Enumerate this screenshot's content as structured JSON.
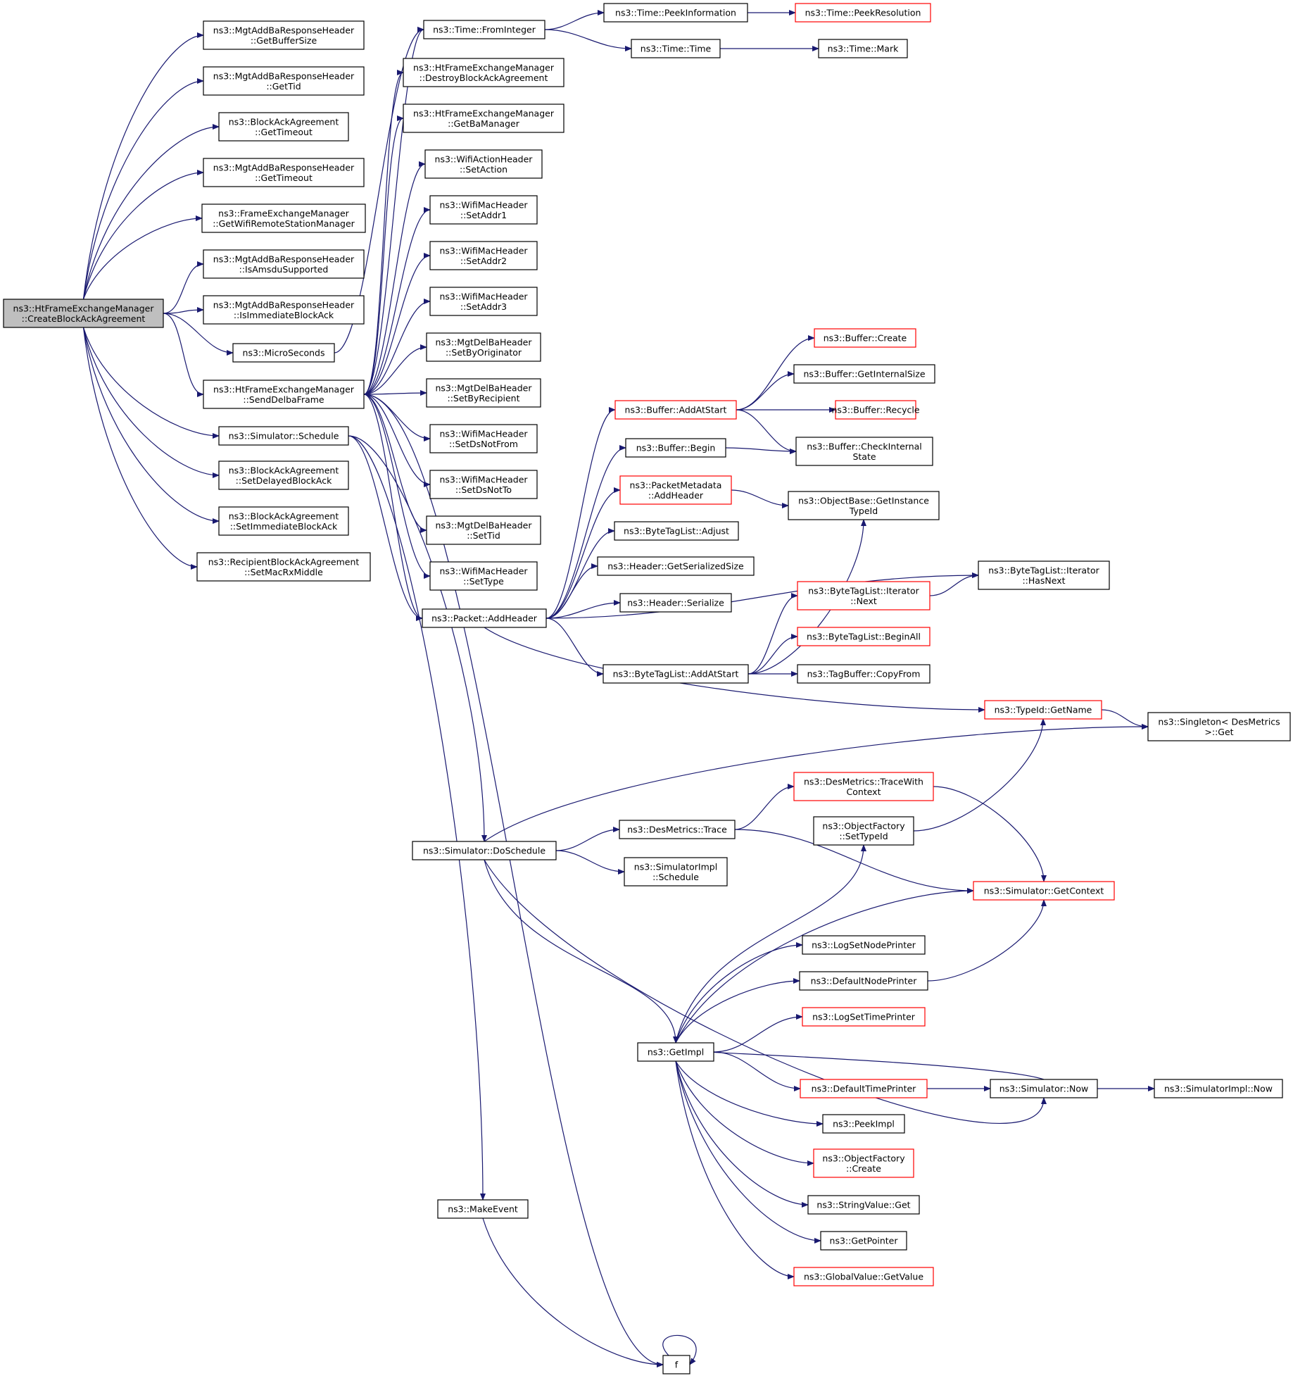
{
  "colors": {
    "edge": "#191970",
    "node_border": "#000000",
    "node_border_truncated": "#ff0000",
    "root_fill": "#bfbfbf",
    "node_fill": "#ffffff"
  },
  "nodes": {
    "root": {
      "lines": [
        "ns3::HtFrameExchangeManager",
        "::CreateBlockAckAgreement"
      ],
      "truncated": false
    },
    "getbuffersize": {
      "lines": [
        "ns3::MgtAddBaResponseHeader",
        "::GetBufferSize"
      ],
      "truncated": false
    },
    "gettid": {
      "lines": [
        "ns3::MgtAddBaResponseHeader",
        "::GetTid"
      ],
      "truncated": false
    },
    "ba_gettimeout": {
      "lines": [
        "ns3::BlockAckAgreement",
        "::GetTimeout"
      ],
      "truncated": false
    },
    "resp_gettimeout": {
      "lines": [
        "ns3::MgtAddBaResponseHeader",
        "::GetTimeout"
      ],
      "truncated": false
    },
    "getwifiremote": {
      "lines": [
        "ns3::FrameExchangeManager",
        "::GetWifiRemoteStationManager"
      ],
      "truncated": false
    },
    "isamsdu": {
      "lines": [
        "ns3::MgtAddBaResponseHeader",
        "::IsAmsduSupported"
      ],
      "truncated": false
    },
    "isimmediate": {
      "lines": [
        "ns3::MgtAddBaResponseHeader",
        "::IsImmediateBlockAck"
      ],
      "truncated": false
    },
    "microseconds": {
      "lines": [
        "ns3::MicroSeconds"
      ],
      "truncated": false
    },
    "senddelba": {
      "lines": [
        "ns3::HtFrameExchangeManager",
        "::SendDelbaFrame"
      ],
      "truncated": false
    },
    "schedule": {
      "lines": [
        "ns3::Simulator::Schedule"
      ],
      "truncated": false
    },
    "setdelayed": {
      "lines": [
        "ns3::BlockAckAgreement",
        "::SetDelayedBlockAck"
      ],
      "truncated": false
    },
    "setimmediate": {
      "lines": [
        "ns3::BlockAckAgreement",
        "::SetImmediateBlockAck"
      ],
      "truncated": false
    },
    "setmacrx": {
      "lines": [
        "ns3::RecipientBlockAckAgreement",
        "::SetMacRxMiddle"
      ],
      "truncated": false
    },
    "frominteger": {
      "lines": [
        "ns3::Time::FromInteger"
      ],
      "truncated": false
    },
    "destroyba": {
      "lines": [
        "ns3::HtFrameExchangeManager",
        "::DestroyBlockAckAgreement"
      ],
      "truncated": false
    },
    "getbamanager": {
      "lines": [
        "ns3::HtFrameExchangeManager",
        "::GetBaManager"
      ],
      "truncated": false
    },
    "setaction": {
      "lines": [
        "ns3::WifiActionHeader",
        "::SetAction"
      ],
      "truncated": false
    },
    "setaddr1": {
      "lines": [
        "ns3::WifiMacHeader",
        "::SetAddr1"
      ],
      "truncated": false
    },
    "setaddr2": {
      "lines": [
        "ns3::WifiMacHeader",
        "::SetAddr2"
      ],
      "truncated": false
    },
    "setaddr3": {
      "lines": [
        "ns3::WifiMacHeader",
        "::SetAddr3"
      ],
      "truncated": false
    },
    "setbyorig": {
      "lines": [
        "ns3::MgtDelBaHeader",
        "::SetByOriginator"
      ],
      "truncated": false
    },
    "setbyrecip": {
      "lines": [
        "ns3::MgtDelBaHeader",
        "::SetByRecipient"
      ],
      "truncated": false
    },
    "setdsnotfrom": {
      "lines": [
        "ns3::WifiMacHeader",
        "::SetDsNotFrom"
      ],
      "truncated": false
    },
    "setdsnotto": {
      "lines": [
        "ns3::WifiMacHeader",
        "::SetDsNotTo"
      ],
      "truncated": false
    },
    "settid": {
      "lines": [
        "ns3::MgtDelBaHeader",
        "::SetTid"
      ],
      "truncated": false
    },
    "settype": {
      "lines": [
        "ns3::WifiMacHeader",
        "::SetType"
      ],
      "truncated": false
    },
    "addheader": {
      "lines": [
        "ns3::Packet::AddHeader"
      ],
      "truncated": false
    },
    "doschedule": {
      "lines": [
        "ns3::Simulator::DoSchedule"
      ],
      "truncated": false
    },
    "makeevent": {
      "lines": [
        "ns3::MakeEvent"
      ],
      "truncated": false
    },
    "peekinfo": {
      "lines": [
        "ns3::Time::PeekInformation"
      ],
      "truncated": false
    },
    "timetime": {
      "lines": [
        "ns3::Time::Time"
      ],
      "truncated": false
    },
    "peekres": {
      "lines": [
        "ns3::Time::PeekResolution"
      ],
      "truncated": true
    },
    "timemark": {
      "lines": [
        "ns3::Time::Mark"
      ],
      "truncated": false
    },
    "buf_addatstart": {
      "lines": [
        "ns3::Buffer::AddAtStart"
      ],
      "truncated": true
    },
    "buf_begin": {
      "lines": [
        "ns3::Buffer::Begin"
      ],
      "truncated": false
    },
    "pm_addheader": {
      "lines": [
        "ns3::PacketMetadata",
        "::AddHeader"
      ],
      "truncated": true
    },
    "btl_adjust": {
      "lines": [
        "ns3::ByteTagList::Adjust"
      ],
      "truncated": false
    },
    "hdr_getsersize": {
      "lines": [
        "ns3::Header::GetSerializedSize"
      ],
      "truncated": false
    },
    "hdr_serialize": {
      "lines": [
        "ns3::Header::Serialize"
      ],
      "truncated": false
    },
    "btl_addatstart": {
      "lines": [
        "ns3::ByteTagList::AddAtStart"
      ],
      "truncated": false
    },
    "buf_create": {
      "lines": [
        "ns3::Buffer::Create"
      ],
      "truncated": true
    },
    "buf_getinternal": {
      "lines": [
        "ns3::Buffer::GetInternalSize"
      ],
      "truncated": false
    },
    "buf_recycle": {
      "lines": [
        "ns3::Buffer::Recycle"
      ],
      "truncated": true
    },
    "buf_checkinternal": {
      "lines": [
        "ns3::Buffer::CheckInternal",
        "State"
      ],
      "truncated": false
    },
    "ob_getinstance": {
      "lines": [
        "ns3::ObjectBase::GetInstance",
        "TypeId"
      ],
      "truncated": false
    },
    "btl_it_next": {
      "lines": [
        "ns3::ByteTagList::Iterator",
        "::Next"
      ],
      "truncated": true
    },
    "btl_it_hasnext": {
      "lines": [
        "ns3::ByteTagList::Iterator",
        "::HasNext"
      ],
      "truncated": false
    },
    "btl_beginall": {
      "lines": [
        "ns3::ByteTagList::BeginAll"
      ],
      "truncated": true
    },
    "tagbuf_copy": {
      "lines": [
        "ns3::TagBuffer::CopyFrom"
      ],
      "truncated": false
    },
    "typeid_getname": {
      "lines": [
        "ns3::TypeId::GetName"
      ],
      "truncated": true
    },
    "singleton_get": {
      "lines": [
        "ns3::Singleton< DesMetrics",
        ">::Get"
      ],
      "truncated": false
    },
    "desm_tracewith": {
      "lines": [
        "ns3::DesMetrics::TraceWith",
        "Context"
      ],
      "truncated": true
    },
    "desm_trace": {
      "lines": [
        "ns3::DesMetrics::Trace"
      ],
      "truncated": false
    },
    "of_settypeid": {
      "lines": [
        "ns3::ObjectFactory",
        "::SetTypeId"
      ],
      "truncated": false
    },
    "simimpl_schedule": {
      "lines": [
        "ns3::SimulatorImpl",
        "::Schedule"
      ],
      "truncated": false
    },
    "sim_getcontext": {
      "lines": [
        "ns3::Simulator::GetContext"
      ],
      "truncated": true
    },
    "logsetnode": {
      "lines": [
        "ns3::LogSetNodePrinter"
      ],
      "truncated": false
    },
    "defaultnode": {
      "lines": [
        "ns3::DefaultNodePrinter"
      ],
      "truncated": false
    },
    "logsettime": {
      "lines": [
        "ns3::LogSetTimePrinter"
      ],
      "truncated": true
    },
    "getimpl": {
      "lines": [
        "ns3::GetImpl"
      ],
      "truncated": false
    },
    "defaulttime": {
      "lines": [
        "ns3::DefaultTimePrinter"
      ],
      "truncated": true
    },
    "sim_now": {
      "lines": [
        "ns3::Simulator::Now"
      ],
      "truncated": false
    },
    "simimpl_now": {
      "lines": [
        "ns3::SimulatorImpl::Now"
      ],
      "truncated": false
    },
    "peekimpl": {
      "lines": [
        "ns3::PeekImpl"
      ],
      "truncated": false
    },
    "of_create": {
      "lines": [
        "ns3::ObjectFactory",
        "::Create"
      ],
      "truncated": true
    },
    "stringvalue_get": {
      "lines": [
        "ns3::StringValue::Get"
      ],
      "truncated": false
    },
    "getpointer": {
      "lines": [
        "ns3::GetPointer"
      ],
      "truncated": false
    },
    "gv_getvalue": {
      "lines": [
        "ns3::GlobalValue::GetValue"
      ],
      "truncated": true
    },
    "f": {
      "lines": [
        "f"
      ],
      "truncated": false
    }
  }
}
